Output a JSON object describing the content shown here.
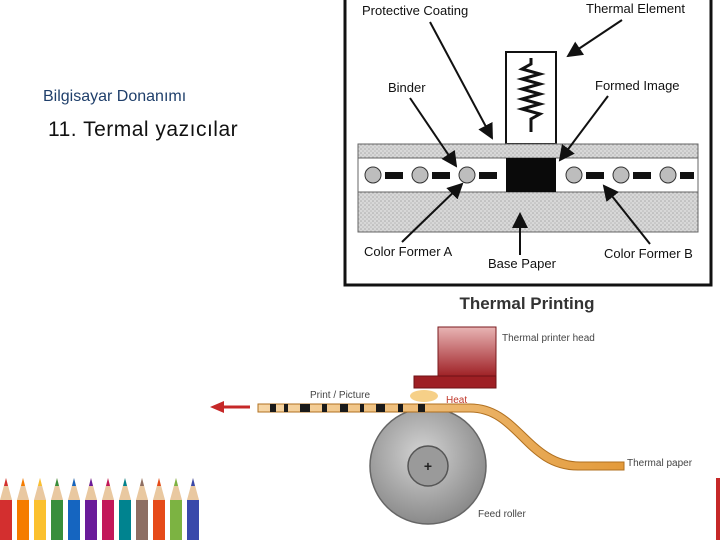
{
  "slide": {
    "subtitle": "Bilgisayar Donanımı",
    "title": "11. Termal yazıcılar"
  },
  "diagram_top": {
    "labels": {
      "protective_coating": "Protective Coating",
      "thermal_element": "Thermal Element",
      "binder": "Binder",
      "formed_image": "Formed Image",
      "color_former_a": "Color Former A",
      "base_paper": "Base Paper",
      "color_former_b": "Color Former B"
    },
    "caption": "Thermal Printing"
  },
  "diagram_bottom": {
    "labels": {
      "printer_head": "Thermal printer head",
      "print_picture": "Print / Picture",
      "heat": "Heat",
      "thermal_paper": "Thermal paper",
      "feed_roller": "Feed roller"
    },
    "colors": {
      "head": "#b0282c",
      "arrow": "#c62828",
      "paper": "#e39a3a",
      "roller": "#9a9a9a"
    }
  },
  "decor": {
    "pencil_colors": [
      "#d32f2f",
      "#f57c00",
      "#fbc02d",
      "#388e3c",
      "#1565c0",
      "#6a1b9a",
      "#c2185b",
      "#00838f",
      "#8d6e63",
      "#e64a19",
      "#7cb342",
      "#3949ab"
    ]
  }
}
